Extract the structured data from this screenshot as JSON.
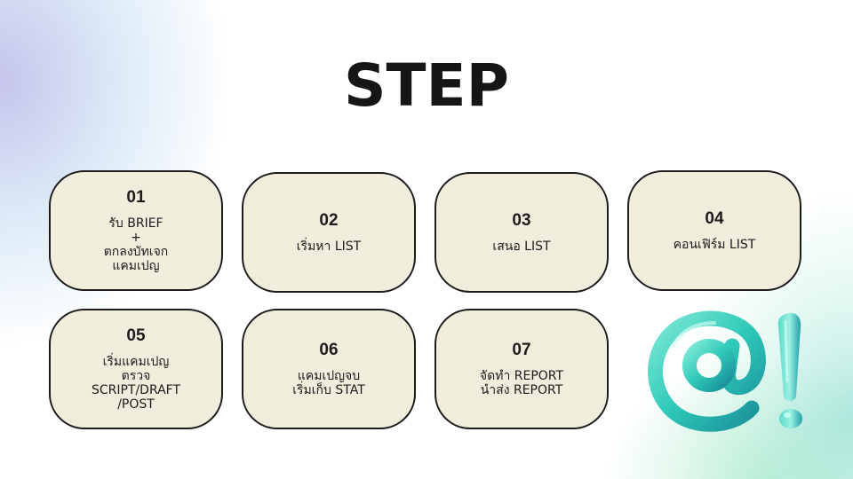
{
  "title": "STEP",
  "steps": [
    {
      "num": "01",
      "lines": [
        "รับ BRIEF",
        "+",
        "ตกลงบัทเจก",
        "แคมเปญ"
      ]
    },
    {
      "num": "02",
      "lines": [
        "เริ่มหา LIST"
      ]
    },
    {
      "num": "03",
      "lines": [
        "เสนอ LIST"
      ]
    },
    {
      "num": "04",
      "lines": [
        "คอนเฟิร์ม LIST"
      ]
    },
    {
      "num": "05",
      "lines": [
        "เริ่มแคมเปญ",
        "ตรวจ",
        "SCRIPT/DRAFT",
        "/POST"
      ]
    },
    {
      "num": "06",
      "lines": [
        "แคมเปญจบ",
        "เริ่มเก็บ STAT"
      ]
    },
    {
      "num": "07",
      "lines": [
        "จัดทำ REPORT",
        "นำส่ง REPORT"
      ]
    }
  ],
  "decoration": {
    "icons": [
      "at-sign-icon",
      "exclamation-icon"
    ],
    "color": "#2fc9b8"
  }
}
